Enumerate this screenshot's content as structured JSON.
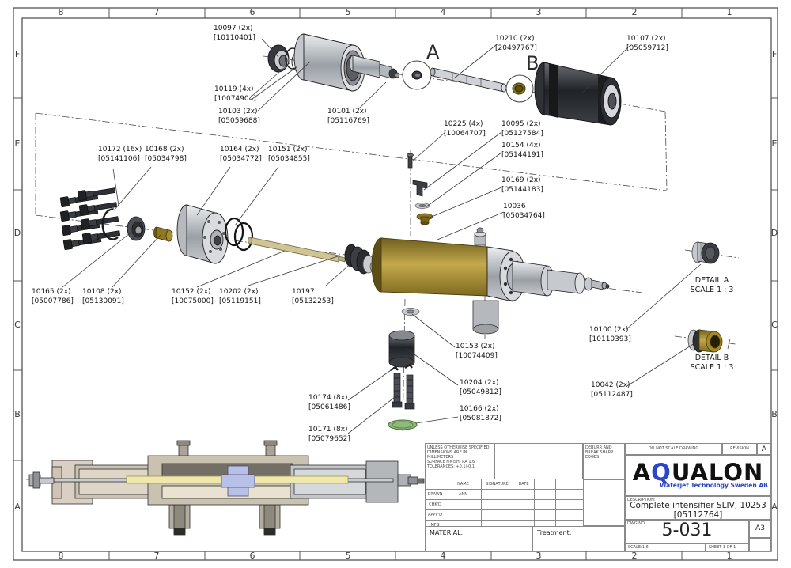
{
  "sheet": {
    "border": {
      "columns": [
        "8",
        "7",
        "6",
        "5",
        "4",
        "3",
        "2",
        "1"
      ],
      "rows": [
        "F",
        "E",
        "D",
        "C",
        "B",
        "A"
      ]
    },
    "section_labels": {
      "a": "A",
      "b": "B"
    },
    "callouts": [
      {
        "label": "10097 (2x)",
        "ref": "[10110401]"
      },
      {
        "label": "10119 (4x)",
        "ref": "[10074904]"
      },
      {
        "label": "10103 (2x)",
        "ref": "[05059688]"
      },
      {
        "label": "10101 (2x)",
        "ref": "[05116769]"
      },
      {
        "label": "10210 (2x)",
        "ref": "[20497767]"
      },
      {
        "label": "10107 (2x)",
        "ref": "[05059712]"
      },
      {
        "label": "10225 (4x)",
        "ref": "[10064707]"
      },
      {
        "label": "10095 (2x)",
        "ref": "[05127584]"
      },
      {
        "label": "10154 (4x)",
        "ref": "[05144191]"
      },
      {
        "label": "10169 (2x)",
        "ref": "[05144183]"
      },
      {
        "label": "10036",
        "ref": "[05034764]"
      },
      {
        "label": "10172 (16x)",
        "ref": "[05141106]"
      },
      {
        "label": "10168 (2x)",
        "ref": "[05034798]"
      },
      {
        "label": "10164 (2x)",
        "ref": "[05034772]"
      },
      {
        "label": "10151 (2x)",
        "ref": "[05034855]"
      },
      {
        "label": "10165 (2x)",
        "ref": "[05007786]"
      },
      {
        "label": "10108 (2x)",
        "ref": "[05130091]"
      },
      {
        "label": "10152 (2x)",
        "ref": "[10075000]"
      },
      {
        "label": "10202 (2x)",
        "ref": "[05119151]"
      },
      {
        "label": "10197",
        "ref": "[05132253]"
      },
      {
        "label": "10153 (2x)",
        "ref": "[10074409]"
      },
      {
        "label": "10204 (2x)",
        "ref": "[05049812]"
      },
      {
        "label": "10166 (2x)",
        "ref": "[05081872]"
      },
      {
        "label": "10174 (8x)",
        "ref": "[05061486]"
      },
      {
        "label": "10171 (8x)",
        "ref": "[05079652]"
      },
      {
        "label": "10100 (2x)",
        "ref": "[10110393]"
      },
      {
        "label": "10042 (2x)",
        "ref": "[05112487]"
      }
    ],
    "details": [
      {
        "title": "DETAIL A",
        "scale": "SCALE 1 : 3"
      },
      {
        "title": "DETAIL B",
        "scale": "SCALE 1 : 3"
      }
    ],
    "title_block": {
      "spec_l1": "UNLESS OTHERWISE SPECIFIED:",
      "spec_l2": "DIMENSIONS ARE IN MILLIMETERS",
      "spec_l3": "SURFACE FINISH: RA 1.6",
      "spec_l4": "TOLERANCES: +0.1/-0.1",
      "deburr": "DEBURR AND BREAK SHARP EDGES",
      "do_not_scale": "DO NOT SCALE DRAWING",
      "revision_label": "REVISION",
      "revision_value": "A",
      "logo_a": "A",
      "logo_q": "Q",
      "logo_rest": "UALON",
      "logo_tagline": "Waterjet Technology Sweden AB",
      "table_headers": {
        "name": "NAME",
        "signature": "SIGNATURE",
        "date": "DATE"
      },
      "rows": {
        "drawn_label": "DRAWN",
        "drawn_name": "ANN",
        "chkd_label": "CHK'D",
        "appvd_label": "APPV'D",
        "mfg_label": "MFG"
      },
      "material_label": "MATERIAL:",
      "treatment_label": "Treatment:",
      "description_label": "DESCRIPTION:",
      "description_line1": "Complete intensifier SLIV, 10253",
      "description_line2": "[05112764]",
      "dwg_no_label": "DWG NO.",
      "dwg_no": "5-031",
      "paper_size": "A3",
      "scale": "SCALE:1:6",
      "sheet": "SHEET 1 OF 1"
    },
    "colors": {
      "logo_accent": "#2b46c8",
      "brass": "#8d7820",
      "gold_body": "#b69c3e",
      "line": "#333333"
    }
  }
}
